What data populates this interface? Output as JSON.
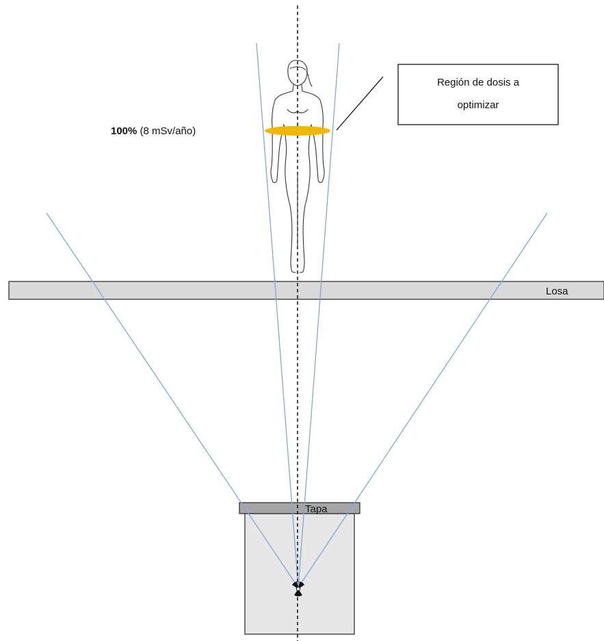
{
  "labels": {
    "dose_percent": "100%",
    "dose_value": " (8 mSv/año)",
    "region_line1": "Región de dosis a",
    "region_line2": "optimizar",
    "slab": "Losa",
    "lid": "Tapa"
  },
  "colors": {
    "beam": "#7fa8d6",
    "slab_fill": "#d9d9d9",
    "lid_fill": "#a6a6a6",
    "container_fill": "#e7e7e7",
    "dose_region": "#f2b700",
    "axis": "#000000"
  },
  "icons": {
    "source": "radiation-source-icon",
    "person": "human-figure-icon"
  }
}
